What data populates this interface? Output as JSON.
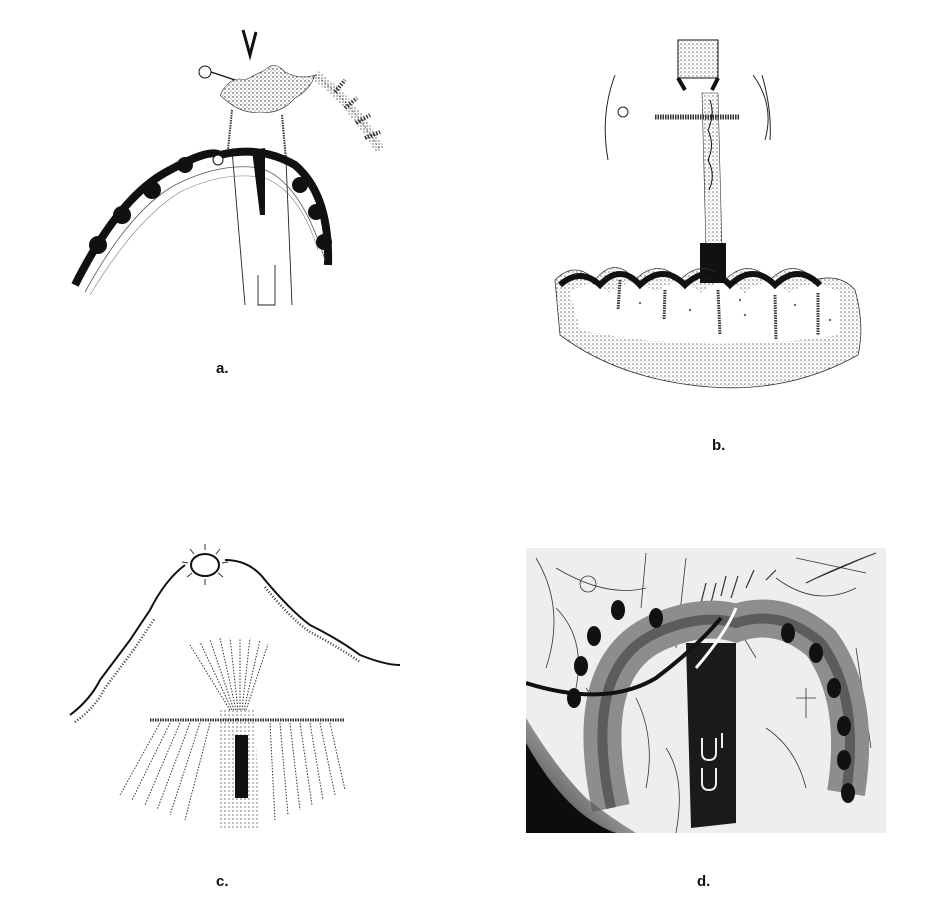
{
  "figure": {
    "panels": [
      {
        "label": "a.",
        "subject": "figure-over-serrated-arch"
      },
      {
        "label": "b.",
        "subject": "standing-figure-over-wavy-band"
      },
      {
        "label": "c.",
        "subject": "sun-over-hills-and-fan-figure"
      },
      {
        "label": "d.",
        "subject": "horseshoe-arch-rock-art-photo"
      }
    ]
  }
}
